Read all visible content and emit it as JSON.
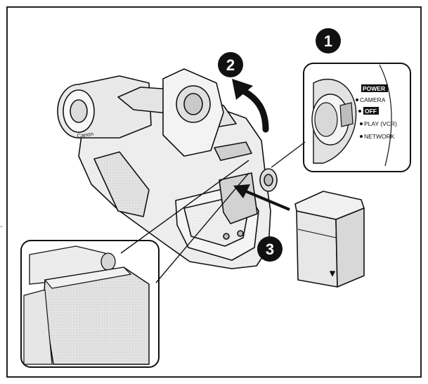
{
  "steps": [
    "1",
    "2",
    "3"
  ],
  "brand": "Canon",
  "power_switch": {
    "heading": "POWER",
    "positions": [
      "CAMERA",
      "OFF",
      "PLAY (VCR)",
      "NETWORK"
    ]
  },
  "side_mark": "-"
}
